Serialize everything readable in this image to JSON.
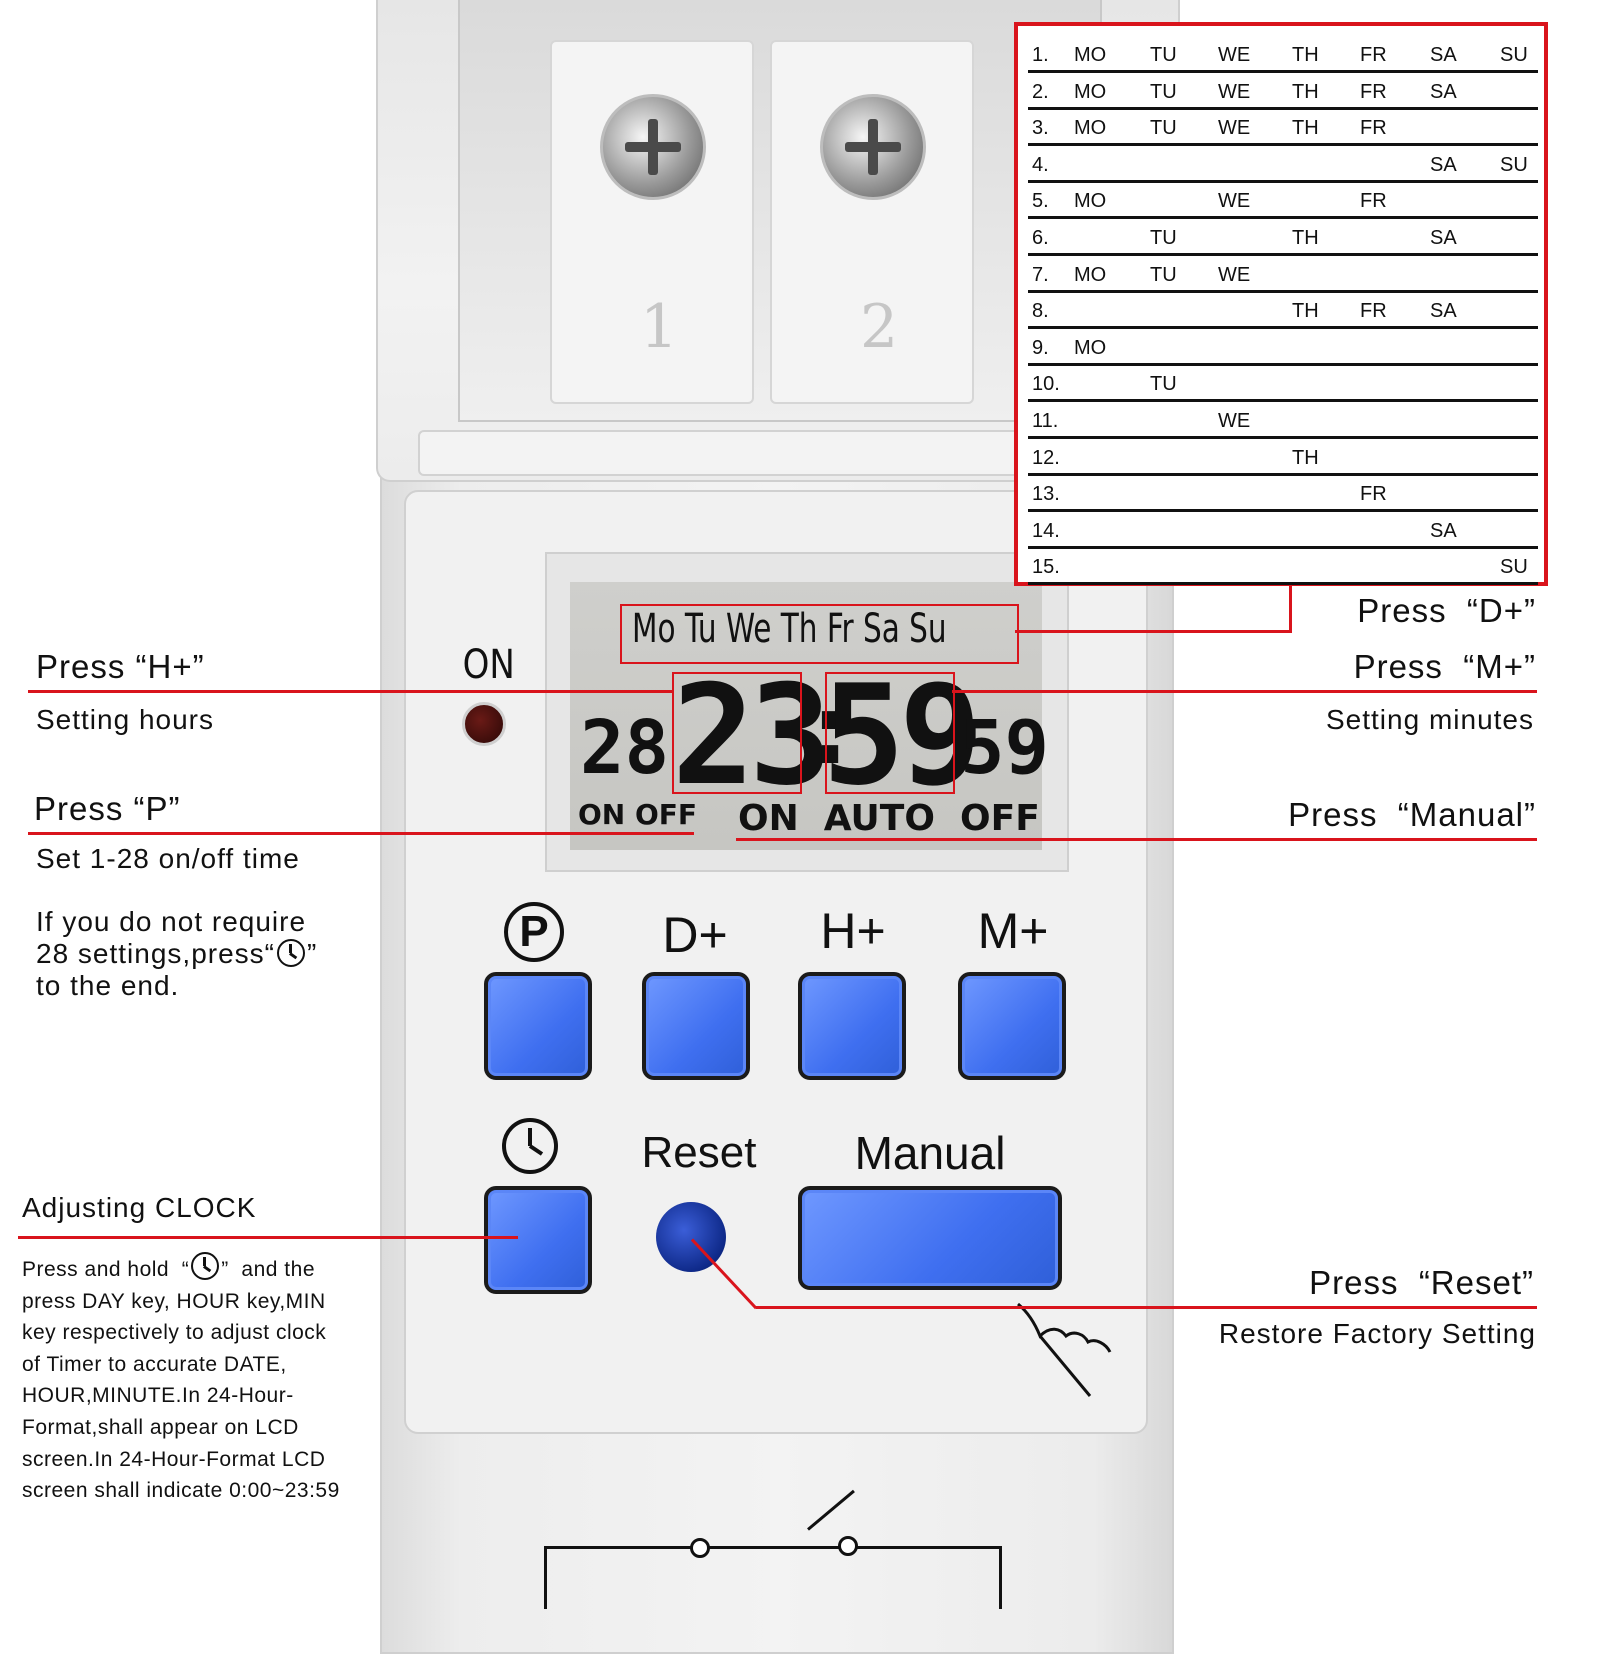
{
  "schedule_table": {
    "columns": [
      "MO",
      "TU",
      "WE",
      "TH",
      "FR",
      "SA",
      "SU"
    ],
    "rows": [
      {
        "num": "1.",
        "days": [
          "MO",
          "TU",
          "WE",
          "TH",
          "FR",
          "SA",
          "SU"
        ]
      },
      {
        "num": "2.",
        "days": [
          "MO",
          "TU",
          "WE",
          "TH",
          "FR",
          "SA",
          ""
        ]
      },
      {
        "num": "3.",
        "days": [
          "MO",
          "TU",
          "WE",
          "TH",
          "FR",
          "",
          ""
        ]
      },
      {
        "num": "4.",
        "days": [
          "",
          "",
          "",
          "",
          "",
          "SA",
          "SU"
        ]
      },
      {
        "num": "5.",
        "days": [
          "MO",
          "",
          "WE",
          "",
          "FR",
          "",
          ""
        ]
      },
      {
        "num": "6.",
        "days": [
          "",
          "TU",
          "",
          "TH",
          "",
          "SA",
          ""
        ]
      },
      {
        "num": "7.",
        "days": [
          "MO",
          "TU",
          "WE",
          "",
          "",
          "",
          ""
        ]
      },
      {
        "num": "8.",
        "days": [
          "",
          "",
          "",
          "TH",
          "FR",
          "SA",
          ""
        ]
      },
      {
        "num": "9.",
        "days": [
          "MO",
          "",
          "",
          "",
          "",
          "",
          ""
        ]
      },
      {
        "num": "10.",
        "days": [
          "",
          "TU",
          "",
          "",
          "",
          "",
          ""
        ]
      },
      {
        "num": "11.",
        "days": [
          "",
          "",
          "WE",
          "",
          "",
          "",
          ""
        ]
      },
      {
        "num": "12.",
        "days": [
          "",
          "",
          "",
          "TH",
          "",
          "",
          ""
        ]
      },
      {
        "num": "13.",
        "days": [
          "",
          "",
          "",
          "",
          "FR",
          "",
          ""
        ]
      },
      {
        "num": "14.",
        "days": [
          "",
          "",
          "",
          "",
          "",
          "SA",
          ""
        ]
      },
      {
        "num": "15.",
        "days": [
          "",
          "",
          "",
          "",
          "",
          "",
          "SU"
        ]
      }
    ]
  },
  "lcd": {
    "weekdays": "Mo Tu We Th Fr Sa Su",
    "program_no": "28",
    "hours": "23",
    "minutes": "59",
    "seconds": "59",
    "on_off_left": "ON OFF",
    "mode_row": "ON  AUTO  OFF",
    "indicator_label": "ON"
  },
  "device": {
    "terminal_1": "1",
    "terminal_2": "2",
    "buttons": {
      "p_label": "P",
      "d_plus": "D+",
      "h_plus": "H+",
      "m_plus": "M+",
      "reset": "Reset",
      "manual": "Manual"
    }
  },
  "annotations": {
    "h_plus_title": "Press  “H+”",
    "h_plus_desc": "Setting hours",
    "p_title": "Press  “P”",
    "p_desc": "Set 1-28 on/off time",
    "p_note_1": "If you do not require",
    "p_note_2a": "28 settings,press“",
    "p_note_2b": "”",
    "p_note_3": "to the end.",
    "clock_title": "Adjusting CLOCK",
    "clock_desc_1a": "Press and hold  “",
    "clock_desc_1b": "”  and the",
    "clock_desc_2": "press DAY key, HOUR key,MIN",
    "clock_desc_3": "key respectively to adjust clock",
    "clock_desc_4": "of Timer to accurate DATE,",
    "clock_desc_5": "HOUR,MINUTE.In 24-Hour-",
    "clock_desc_6": "Format,shall appear on LCD",
    "clock_desc_7": "screen.In 24-Hour-Format LCD",
    "clock_desc_8": "screen shall indicate 0:00~23:59",
    "d_plus_title": "Press  “D+”",
    "m_plus_title": "Press  “M+”",
    "m_plus_desc": "Setting minutes",
    "manual_title": "Press  “Manual”",
    "reset_title": "Press  “Reset”",
    "reset_desc": "Restore Factory Setting"
  },
  "colors": {
    "accent_red": "#d9141c",
    "button_blue": "#3f6ff0",
    "lcd_bg": "#c9c9c5"
  }
}
